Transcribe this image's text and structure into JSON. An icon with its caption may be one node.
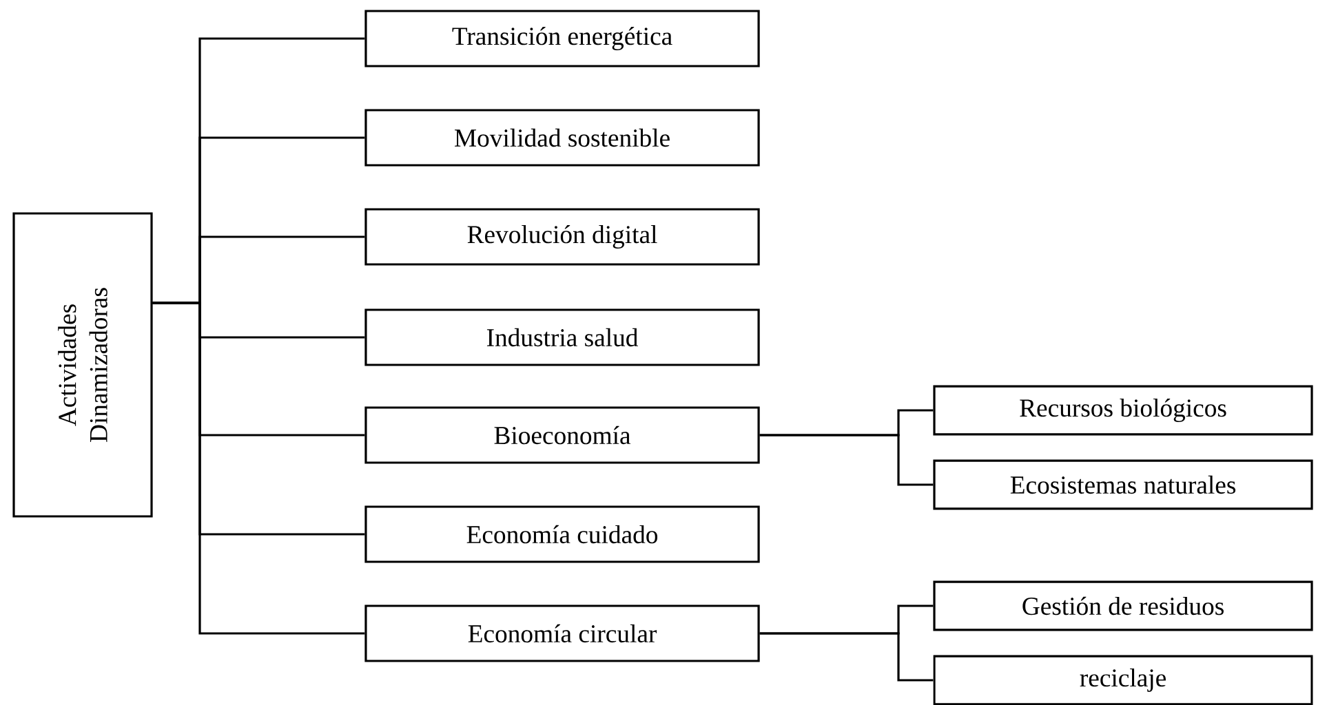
{
  "diagram": {
    "nodes": [
      {
        "text": [
          "Actividades Dinamizadoras"
        ]
      },
      {
        "text": [
          "Transición energética"
        ]
      },
      {
        "text": [
          "Movilidad sostenible"
        ]
      },
      {
        "text": [
          "Revolución digital"
        ]
      },
      {
        "text": [
          "Industria salud"
        ]
      },
      {
        "text": [
          "Bioeconomía"
        ]
      },
      {
        "text": [
          "Recursos biológicos"
        ]
      },
      {
        "text": [
          "Ecosistemas naturales"
        ]
      },
      {
        "text": [
          "Economía cuidado"
        ]
      },
      {
        "text": [
          "Economía circular"
        ]
      },
      {
        "text": [
          "Gestión de residuos"
        ]
      },
      {
        "text": [
          "reciclaje"
        ]
      }
    ],
    "edges": [
      {
        "from": 0,
        "to": 1,
        "arrow": "none"
      },
      {
        "from": 0,
        "to": 2,
        "arrow": "none"
      },
      {
        "from": 0,
        "to": 3,
        "arrow": "none"
      },
      {
        "from": 0,
        "to": 4,
        "arrow": "none"
      },
      {
        "from": 0,
        "to": 5,
        "arrow": "none"
      },
      {
        "from": 0,
        "to": 8,
        "arrow": "none"
      },
      {
        "from": 0,
        "to": 9,
        "arrow": "none"
      },
      {
        "from": 5,
        "to": 6,
        "arrow": "none"
      },
      {
        "from": 5,
        "to": 7,
        "arrow": "none"
      },
      {
        "from": 9,
        "to": 10,
        "arrow": "none"
      },
      {
        "from": 9,
        "to": 11,
        "arrow": "none"
      }
    ]
  }
}
